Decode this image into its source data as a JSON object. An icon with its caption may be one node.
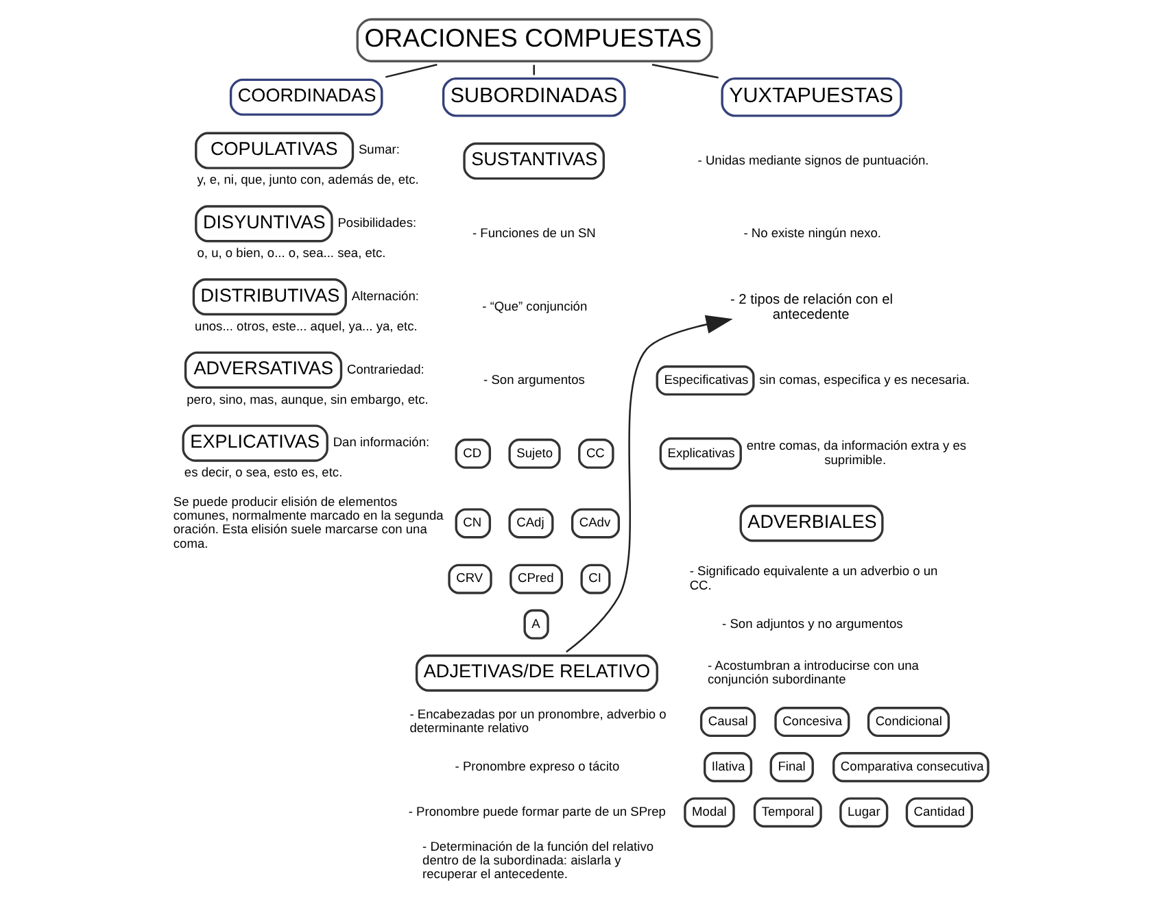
{
  "diagram": {
    "nodes": [
      {
        "text": [
          "ORACIONES COMPUESTAS"
        ]
      },
      {
        "text": [
          "COORDINADAS"
        ]
      },
      {
        "text": [
          "YUXTAPUESTAS"
        ]
      },
      {
        "text": [
          "SUBORDINADAS"
        ]
      },
      {
        "text": [
          "COPULATIVAS"
        ],
        "beside": [
          "Sumar:",
          "y, e, ni, que, junto con, además de, etc."
        ]
      },
      {
        "text": [
          "DISYUNTIVAS"
        ],
        "beside": [
          "Posibilidades:",
          "o, u, o bien, o... o, sea... sea, etc."
        ]
      },
      {
        "text": [
          "DISTRIBUTIVAS"
        ],
        "beside": [
          "Alternación:",
          "unos... otros, este... aquel, ya... ya, etc."
        ]
      },
      {
        "text": [
          "ADVERSATIVAS"
        ],
        "beside": [
          "Contrariedad:",
          "pero, sino, mas, aunque, sin embargo, etc."
        ]
      },
      {
        "text": [
          "EXPLICATIVAS"
        ],
        "beside": [
          "Dan información:",
          "es decir, o sea, esto es, etc."
        ]
      },
      {
        "text": [
          "SUSTANTIVAS"
        ]
      },
      {
        "text": [
          "CD"
        ]
      },
      {
        "text": [
          "Sujeto"
        ]
      },
      {
        "text": [
          "CC"
        ]
      },
      {
        "text": [
          "CN"
        ]
      },
      {
        "text": [
          "CAdj"
        ]
      },
      {
        "text": [
          "CAdv"
        ]
      },
      {
        "text": [
          "CRV"
        ]
      },
      {
        "text": [
          "CPred"
        ]
      },
      {
        "text": [
          "CI"
        ]
      },
      {
        "text": [
          "A"
        ]
      },
      {
        "text": [
          "ADJETIVAS/DE RELATIVO"
        ]
      },
      {
        "text": [
          "- 2 tipos de relación con el antecedente"
        ]
      },
      {
        "text": [
          "Especificativas"
        ],
        "beside": [
          "sin comas, especifica y es necesaria."
        ]
      },
      {
        "text": [
          "Explicativas"
        ],
        "beside": [
          "entre comas, da información extra y es suprimible."
        ]
      },
      {
        "text": [
          "ADVERBIALES"
        ]
      },
      {
        "text": [
          "Causal"
        ]
      },
      {
        "text": [
          "Concesiva"
        ]
      },
      {
        "text": [
          "Condicional"
        ]
      },
      {
        "text": [
          "Ilativa"
        ]
      },
      {
        "text": [
          "Final"
        ]
      },
      {
        "text": [
          "Comparativa consecutiva"
        ]
      },
      {
        "text": [
          "Modal"
        ]
      },
      {
        "text": [
          "Temporal"
        ]
      },
      {
        "text": [
          "Lugar"
        ]
      },
      {
        "text": [
          "Cantidad"
        ]
      }
    ],
    "edges": [
      {
        "from": 0,
        "to": 1,
        "arrow": "none"
      },
      {
        "from": 0,
        "to": 2,
        "arrow": "none"
      },
      {
        "from": 0,
        "to": 3,
        "arrow": "none"
      },
      {
        "from": 20,
        "to": 21,
        "arrow": "to"
      }
    ],
    "labels": [
      "Se puede producir elisión de elementos comunes, normalmente marcado en la segunda oración. Esta elisión suele marcarse con una coma.",
      "- Unidas mediante signos de puntuación.",
      "- No existe ningún nexo.",
      "- Funciones de un SN",
      "- “Que” conjunción",
      "- Son argumentos",
      "- Encabezadas por un pronombre, adverbio o determinante relativo",
      "- Pronombre expreso o tácito",
      "- Pronombre puede formar parte de un SPrep",
      "- Determinación de la función del relativo dentro de la subordinada: aislarla y recuperar el antecedente.",
      "- Significado equivalente a un adverbio o un CC.",
      "- Son adjuntos y no argumentos",
      "- Acostumbran a introducirse con una conjunción subordinante"
    ]
  }
}
